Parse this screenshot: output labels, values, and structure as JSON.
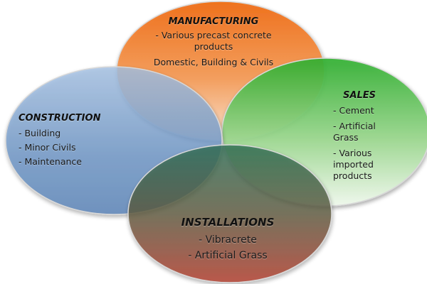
{
  "colors": {
    "manufacturing": "#ee7a21",
    "sales": "#3cb53e",
    "construction": "#6d95c4",
    "installations": "#8a4a33"
  },
  "manufacturing": {
    "title": "MANUFACTURING",
    "items": [
      "- Various precast concrete products",
      "Domestic, Building & Civils"
    ]
  },
  "sales": {
    "title": "SALES",
    "items": [
      "- Cement",
      "- Artificial Grass",
      "- Various imported products"
    ]
  },
  "construction": {
    "title": "CONSTRUCTION",
    "items": [
      "- Building",
      "- Minor Civils",
      "- Maintenance"
    ]
  },
  "installations": {
    "title": "INSTALLATIONS",
    "items": [
      "- Vibracrete",
      "- Artificial Grass"
    ]
  }
}
